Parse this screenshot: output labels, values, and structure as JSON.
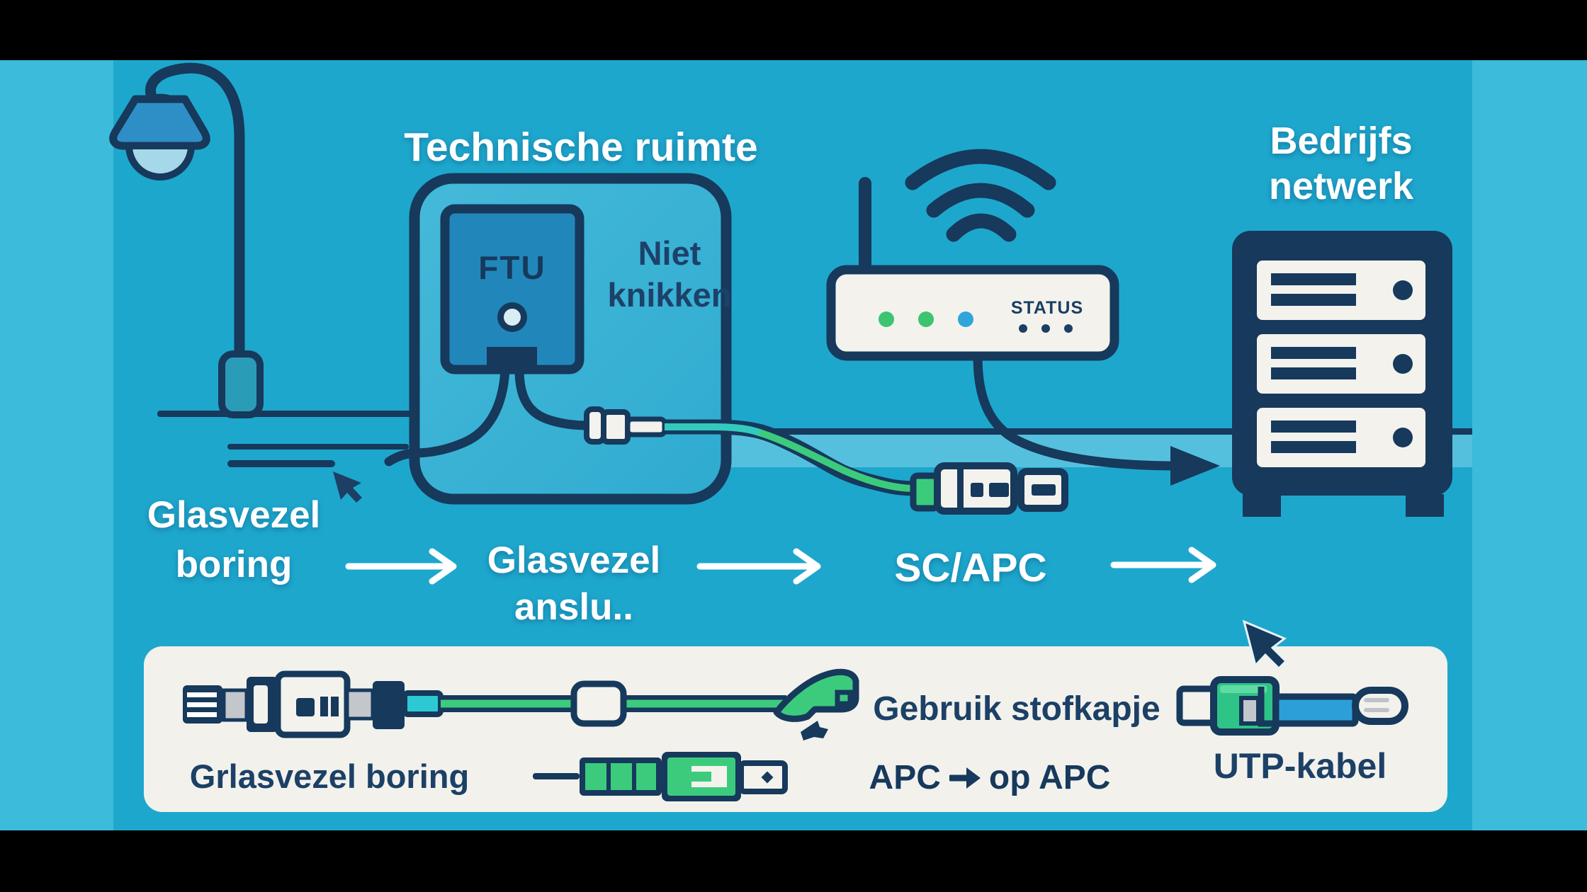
{
  "title": "Technische ruimte",
  "technical_room": {
    "ftu_label": "FTU",
    "warning_line1": "Niet",
    "warning_line2": "knikken"
  },
  "router": {
    "status_label": "STATUS"
  },
  "network": {
    "line1": "Bedrijfs",
    "line2": "netwerk"
  },
  "flow": {
    "step1_line1": "Glasvezel",
    "step1_line2": "boring",
    "step2_line1": "Glasvezel",
    "step2_line2": "anslu..",
    "step3": "SC/APC"
  },
  "legend": {
    "item1": "Grlasvezel boring",
    "item2_title": "Gebruik stofkapje",
    "item2_sub_left": "APC",
    "item2_sub_right": "op APC",
    "item3": "UTP-kabel"
  },
  "colors": {
    "background": "#1ea7cd",
    "side_strip": "#3cbbda",
    "road_band": "#55c0dd",
    "navy_outline": "#16395c",
    "room_fill": "#3bb2d4",
    "ftu_fill": "#2187bb",
    "panel_fill": "#f2f1ec",
    "device_white": "#f3f2ed",
    "fiber_green": "#3ccb7d",
    "fiber_teal": "#33cabe",
    "utp_blue": "#2d9fd8",
    "led_green": "#3cc471",
    "led_blue": "#2fa5da",
    "letterbox": "#000000"
  }
}
